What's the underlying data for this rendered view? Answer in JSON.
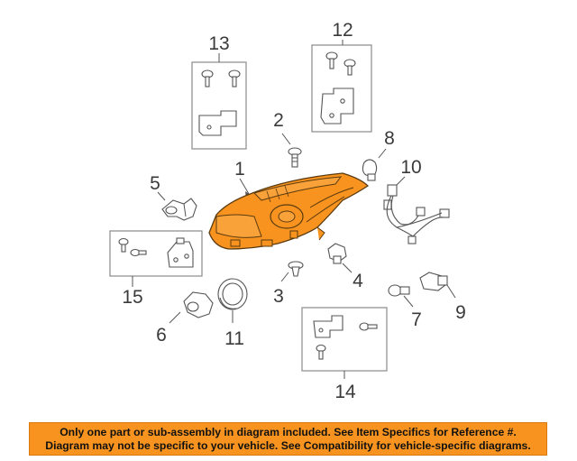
{
  "labels": {
    "p1": "1",
    "p2": "2",
    "p3": "3",
    "p4": "4",
    "p5": "5",
    "p6": "6",
    "p7": "7",
    "p8": "8",
    "p9": "9",
    "p10": "10",
    "p11": "11",
    "p12": "12",
    "p13": "13",
    "p14": "14",
    "p15": "15"
  },
  "colors": {
    "highlight": "#f7931e",
    "footer_bg": "#f7931e"
  },
  "footer": {
    "line1": "Only one part or sub-assembly in diagram included. See Item Specifics for Reference #.",
    "line2": "Diagram may not be specific to your vehicle. See Compatibility for vehicle-specific diagrams."
  }
}
